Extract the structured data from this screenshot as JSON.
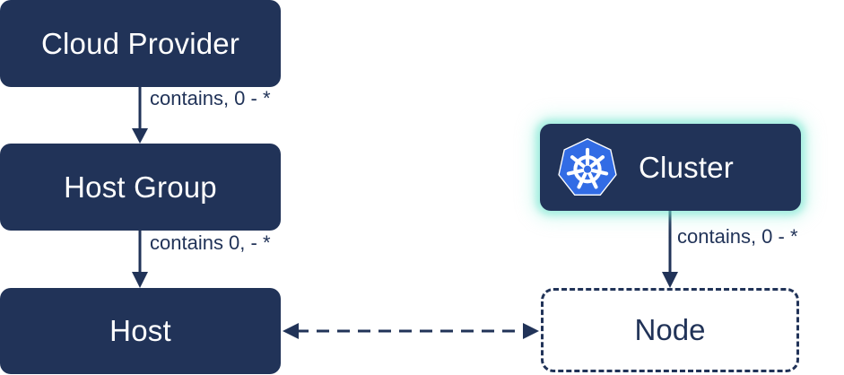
{
  "nodes": {
    "cloud_provider": "Cloud Provider",
    "host_group": "Host Group",
    "host": "Host",
    "cluster": "Cluster",
    "node": "Node"
  },
  "edges": {
    "cloud_provider_to_host_group": "contains, 0 - *",
    "host_group_to_host": "contains 0, - *",
    "cluster_to_node": "contains, 0 - *"
  },
  "icons": {
    "cluster_icon": "kubernetes-icon"
  },
  "colors": {
    "box_fill": "#213358",
    "box_text": "#ffffff",
    "line": "#213358",
    "kubernetes_blue": "#326ce5",
    "cluster_glow": "#60e0c8"
  }
}
